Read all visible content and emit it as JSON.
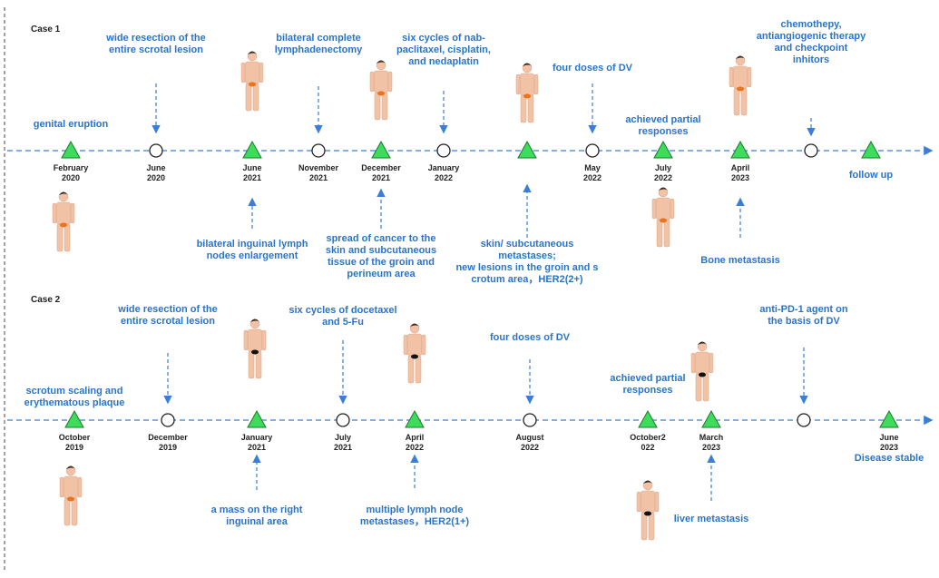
{
  "case1": {
    "label": "Case 1",
    "nodes": [
      {
        "shape": "triangle",
        "date": [
          "February",
          "2020"
        ],
        "body": "below"
      },
      {
        "shape": "circle",
        "date": [
          "June",
          "2020"
        ]
      },
      {
        "shape": "triangle",
        "date": [
          "June",
          "2021"
        ],
        "body": "above"
      },
      {
        "shape": "circle",
        "date": [
          "November",
          "2021"
        ]
      },
      {
        "shape": "triangle",
        "date": [
          "December",
          "2021"
        ],
        "body": "above"
      },
      {
        "shape": "circle",
        "date": [
          "January",
          "2022"
        ]
      },
      {
        "shape": "triangle",
        "date": [
          "",
          ""
        ],
        "body": "above"
      },
      {
        "shape": "circle",
        "date": [
          "May",
          "2022"
        ]
      },
      {
        "shape": "triangle",
        "date": [
          "July",
          "2022"
        ],
        "body": "below"
      },
      {
        "shape": "triangle",
        "date": [
          "April",
          "2023"
        ],
        "body": "above"
      },
      {
        "shape": "circle",
        "date": [
          "",
          ""
        ]
      },
      {
        "shape": "triangle",
        "date": [
          "",
          ""
        ]
      }
    ],
    "events": [
      {
        "lines": [
          "genital eruption"
        ],
        "arrow": false
      },
      {
        "lines": [
          "wide resection of the",
          "entire scrotal lesion"
        ],
        "arrow": "down"
      },
      {
        "lines": [
          "bilateral inguinal lymph",
          "nodes enlargement"
        ],
        "arrow": "up"
      },
      {
        "lines": [
          "bilateral complete",
          "lymphadenectomy"
        ],
        "arrow": "down"
      },
      {
        "lines": [
          "spread of cancer to the",
          "skin and subcutaneous",
          "tissue of the groin and",
          "perineum area"
        ],
        "arrow": "up"
      },
      {
        "lines": [
          "six cycles of nab-",
          "paclitaxel, cisplatin,",
          "and nedaplatin"
        ],
        "arrow": "down"
      },
      {
        "lines": [
          "skin/ subcutaneous",
          "metastases;",
          "new lesions in the groin and s",
          "crotum area，HER2(2+)"
        ],
        "arrow": "up"
      },
      {
        "lines": [
          "four doses of DV"
        ],
        "arrow": "down"
      },
      {
        "lines": [
          "achieved partial",
          "responses"
        ],
        "arrow": false
      },
      {
        "lines": [
          "Bone metastasis"
        ],
        "arrow": "up"
      },
      {
        "lines": [
          "chemothepy,",
          "antiangiogenic therapy",
          "and checkpoint",
          "inhitors"
        ],
        "arrow": "down"
      },
      {
        "lines": [
          "follow up"
        ],
        "arrow": false
      }
    ]
  },
  "case2": {
    "label": "Case 2",
    "nodes": [
      {
        "shape": "triangle",
        "date": [
          "October",
          "2019"
        ],
        "body": "below"
      },
      {
        "shape": "circle",
        "date": [
          "December",
          "2019"
        ]
      },
      {
        "shape": "triangle",
        "date": [
          "January",
          "2021"
        ],
        "body": "above"
      },
      {
        "shape": "circle",
        "date": [
          "July",
          "2021"
        ]
      },
      {
        "shape": "triangle",
        "date": [
          "April",
          "2022"
        ],
        "body": "above"
      },
      {
        "shape": "circle",
        "date": [
          "August",
          "2022"
        ]
      },
      {
        "shape": "triangle",
        "date": [
          "October2",
          "022"
        ],
        "body": "below"
      },
      {
        "shape": "triangle",
        "date": [
          "March",
          "2023"
        ],
        "body": "above"
      },
      {
        "shape": "circle",
        "date": [
          "",
          ""
        ]
      },
      {
        "shape": "triangle",
        "date": [
          "June",
          "2023"
        ]
      }
    ],
    "events": [
      {
        "lines": [
          "scrotum scaling and",
          "erythematous plaque"
        ],
        "arrow": false
      },
      {
        "lines": [
          "wide resection of the",
          "entire scrotal lesion"
        ],
        "arrow": "down"
      },
      {
        "lines": [
          "a mass on the right",
          "inguinal area"
        ],
        "arrow": "up"
      },
      {
        "lines": [
          "six cycles of docetaxel",
          "and 5-Fu"
        ],
        "arrow": "down"
      },
      {
        "lines": [
          "multiple lymph node",
          "metastases，HER2(1+)"
        ],
        "arrow": "up"
      },
      {
        "lines": [
          "four doses of DV"
        ],
        "arrow": "down"
      },
      {
        "lines": [
          "achieved partial",
          "responses"
        ],
        "arrow": false
      },
      {
        "lines": [
          "liver metastasis"
        ],
        "arrow": "up"
      },
      {
        "lines": [
          "anti-PD-1 agent on",
          "the basis of DV"
        ],
        "arrow": "down"
      },
      {
        "lines": [
          "Disease stable"
        ],
        "arrow": false
      }
    ]
  },
  "colors": {
    "line": "#3a7fd5",
    "text": "#2a74c8",
    "triangle": "#3ddc5a",
    "triangle_stroke": "#1a7a2c",
    "circle_stroke": "#222222",
    "lesion": "#e8741c",
    "lesion_dark": "#111111"
  }
}
